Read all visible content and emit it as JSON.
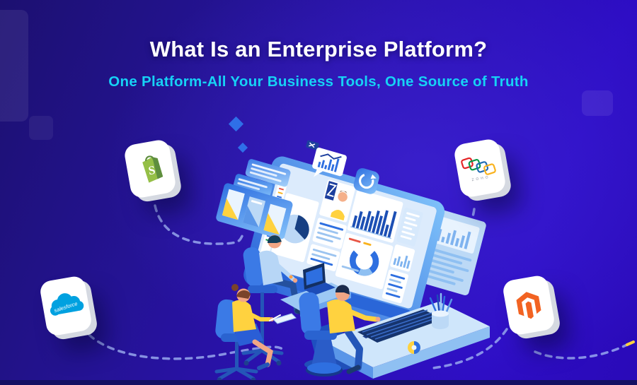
{
  "header": {
    "title": "What Is an Enterprise Platform?",
    "subtitle": "One Platform-All Your Business Tools, One Source of Truth"
  },
  "apps": [
    {
      "name": "Shopify",
      "logo_letter": "S",
      "color": "#95bf47"
    },
    {
      "name": "Zoho",
      "label": "ZOHO",
      "colors": [
        "#e42527",
        "#089949",
        "#226db4",
        "#f9b21d"
      ]
    },
    {
      "name": "Salesforce",
      "label": "salesforce",
      "color": "#00a1e0"
    },
    {
      "name": "Magento",
      "color": "#f26322"
    }
  ],
  "colors": {
    "background_dark": "#1c1070",
    "background_bright": "#2d0dc4",
    "title": "#ffffff",
    "subtitle": "#16d2f5",
    "connector": "#9fb2f2",
    "accent_blue": "#2e6fe0",
    "accent_yellow": "#ffd23f",
    "card_white": "#ffffff"
  }
}
